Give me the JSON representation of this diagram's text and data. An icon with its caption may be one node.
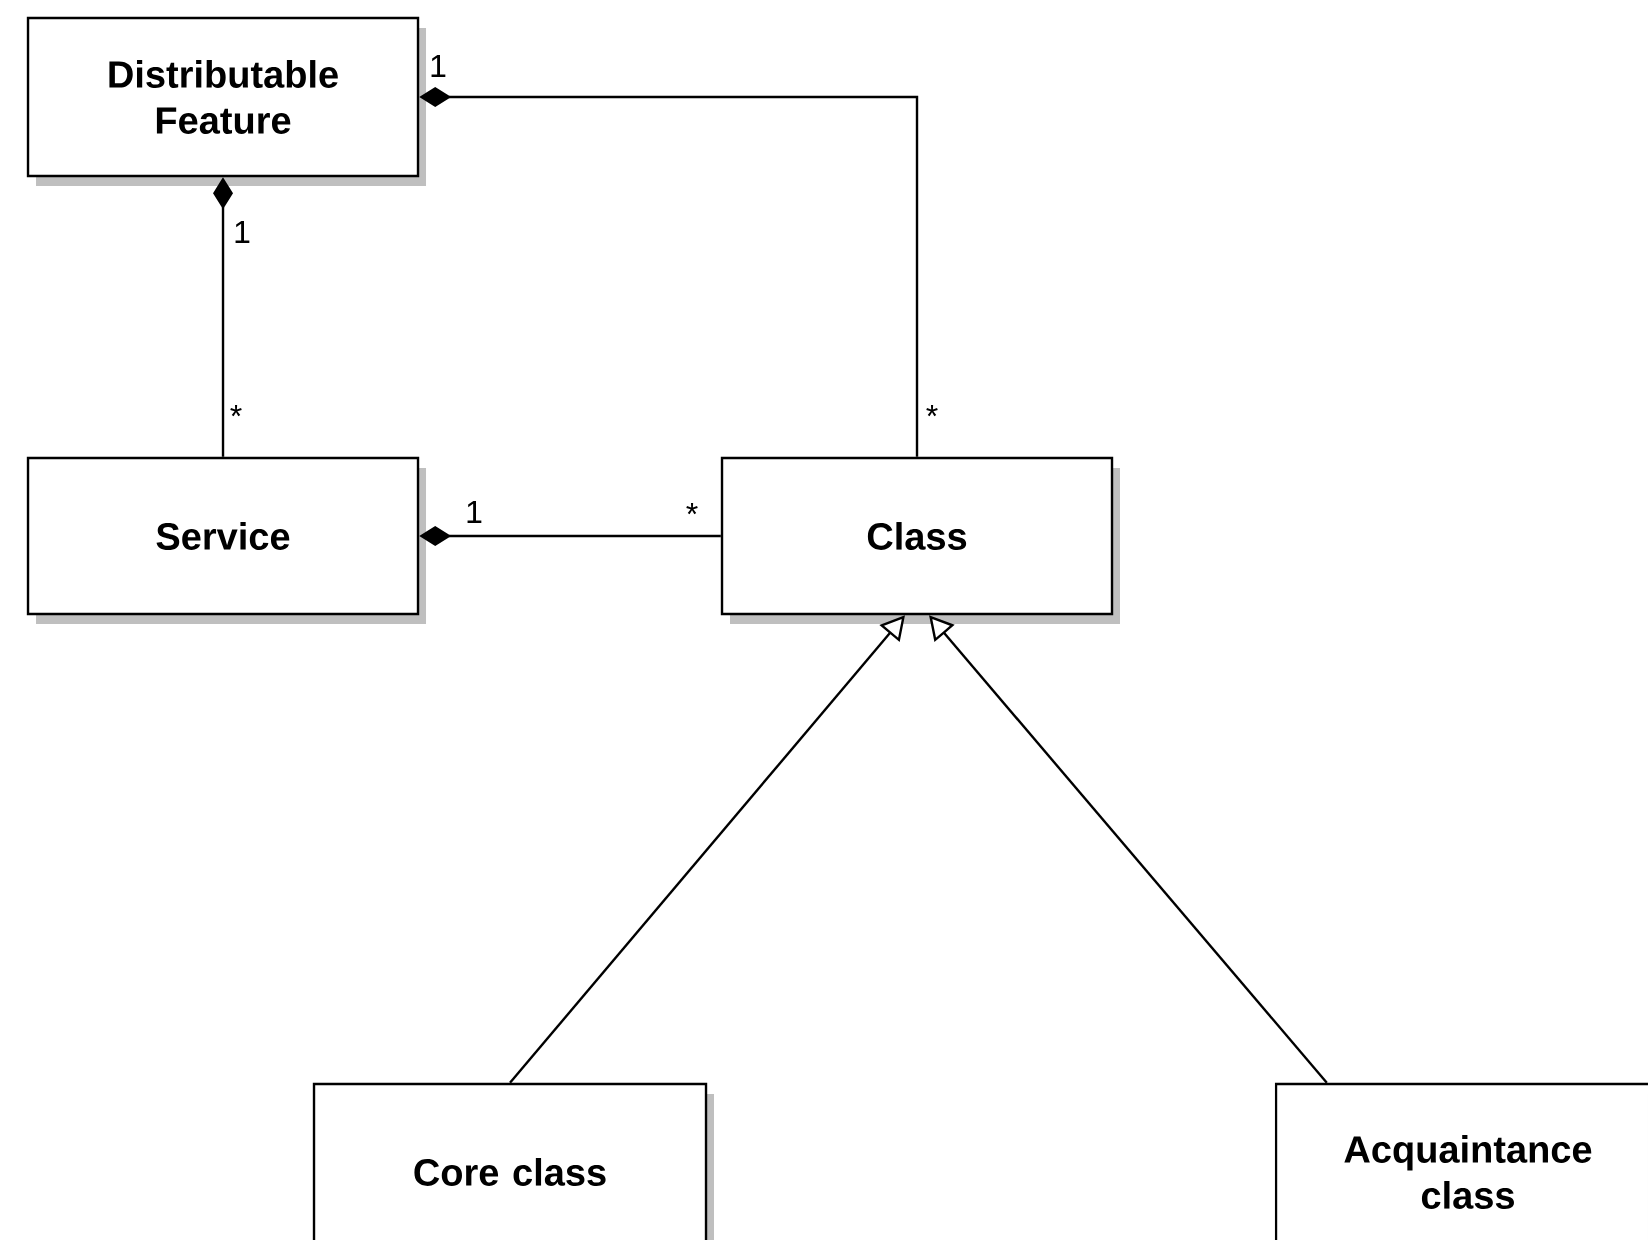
{
  "diagram": {
    "nodes": [
      {
        "text": [
          "Distributable Feature"
        ]
      },
      {
        "text": [
          "Service"
        ]
      },
      {
        "text": [
          "Class"
        ]
      },
      {
        "text": [
          "Core class"
        ]
      },
      {
        "text": [
          "Acquaintance class"
        ]
      }
    ],
    "edges": [
      {
        "from": 2,
        "to": 0,
        "arrow": "other"
      },
      {
        "from": 1,
        "to": 0,
        "arrow": "other"
      },
      {
        "from": 2,
        "to": 1,
        "arrow": "other"
      },
      {
        "from": 3,
        "to": 2,
        "arrow": "to"
      },
      {
        "from": 4,
        "to": 2,
        "arrow": "to"
      }
    ],
    "labels": [
      "1",
      "1",
      "*",
      "*",
      "1",
      "*"
    ]
  }
}
